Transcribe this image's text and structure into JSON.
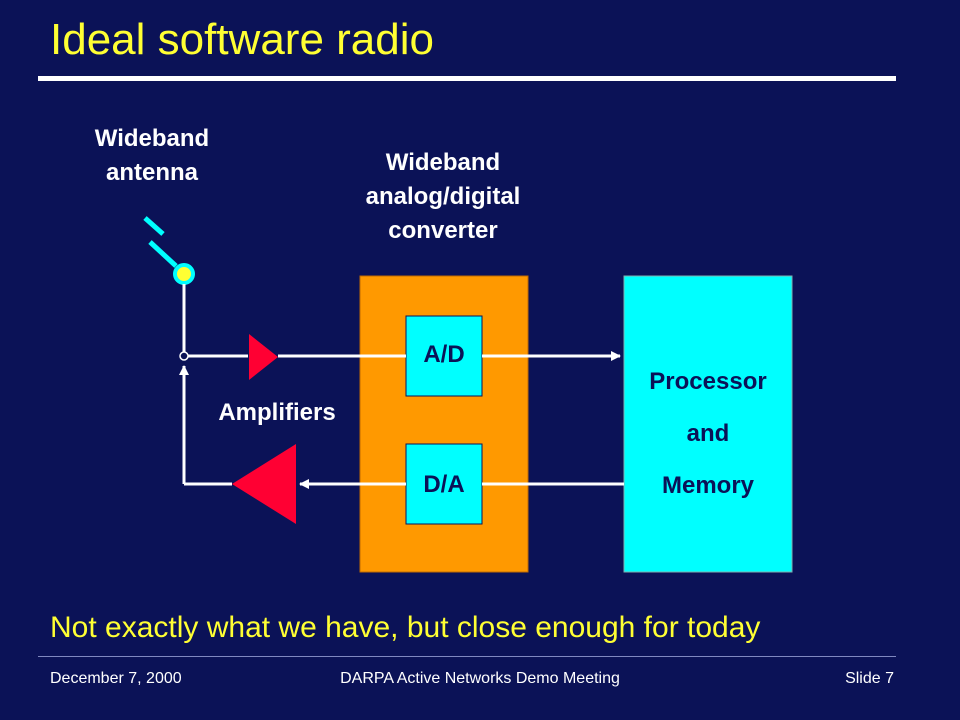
{
  "slide": {
    "title": "Ideal software radio",
    "bottom_note": "Not exactly what we have, but close enough for today"
  },
  "diagram": {
    "antenna_label_line1": "Wideband",
    "antenna_label_line2": "antenna",
    "adc_label_line1": "Wideband",
    "adc_label_line2": "analog/digital",
    "adc_label_line3": "converter",
    "amplifiers_label": "Amplifiers",
    "ad_label": "A/D",
    "da_label": "D/A",
    "processor_line1": "Processor",
    "processor_line2": "and",
    "processor_line3": "Memory",
    "colors": {
      "background": "#0b1257",
      "converter_box": "#ff9900",
      "cyan_box": "#00ffff",
      "amplifier": "#ff0033",
      "title": "#ffff33"
    }
  },
  "footer": {
    "date": "December 7, 2000",
    "center": "DARPA Active Networks Demo Meeting",
    "slide_number": "Slide 7"
  }
}
